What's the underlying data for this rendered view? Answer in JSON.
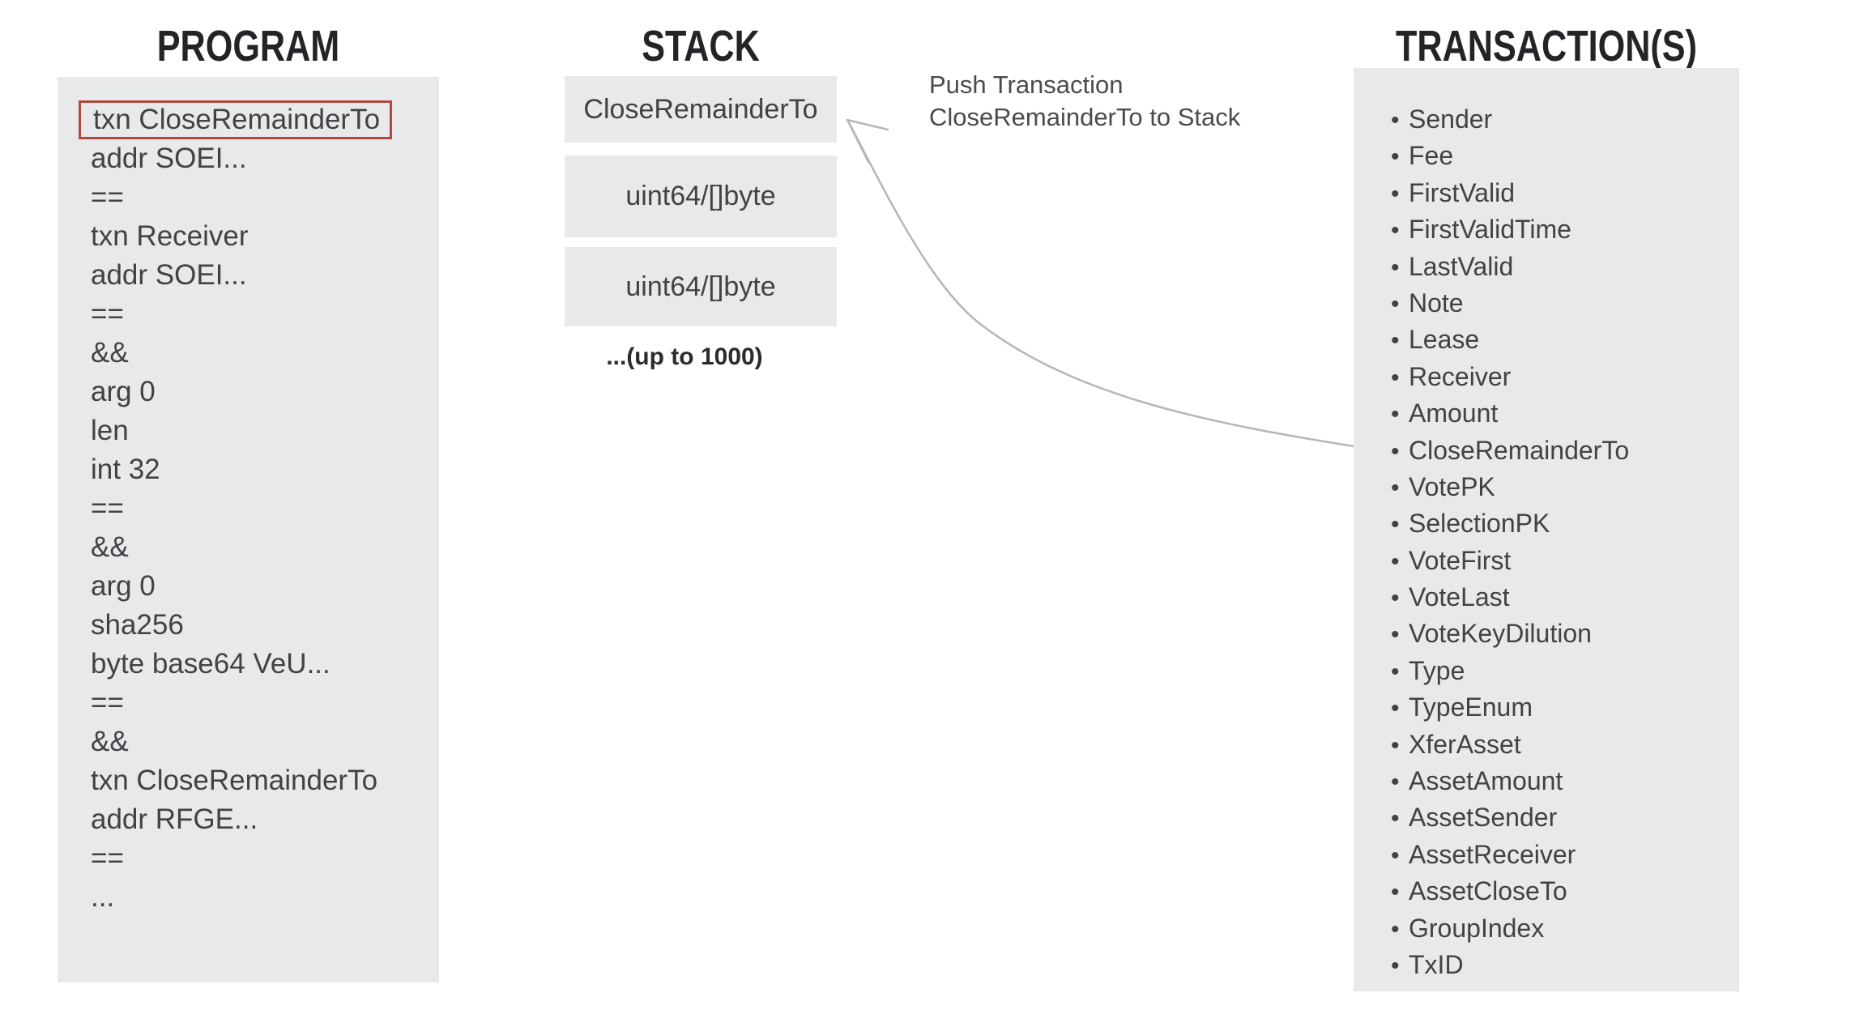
{
  "program": {
    "title": "PROGRAM",
    "highlight_index": 0,
    "lines": [
      "txn CloseRemainderTo",
      "addr SOEI...",
      "==",
      "txn Receiver",
      "addr SOEI...",
      "==",
      "&&",
      "arg 0",
      "len",
      "int 32",
      "==",
      "&&",
      "arg 0",
      "sha256",
      "byte base64 VeU...",
      "==",
      "&&",
      "txn CloseRemainderTo",
      "addr RFGE...",
      "==",
      "..."
    ]
  },
  "stack": {
    "title": "STACK",
    "boxes": [
      "CloseRemainderTo",
      "uint64/[]byte",
      "uint64/[]byte"
    ],
    "note": "...(up to 1000)"
  },
  "annotation": {
    "line1": "Push Transaction",
    "line2": "CloseRemainderTo to Stack"
  },
  "transactions": {
    "title": "TRANSACTION(S)",
    "bullet": "•",
    "fields": [
      "Sender",
      "Fee",
      "FirstValid",
      "FirstValidTime",
      "LastValid",
      "Note",
      "Lease",
      "Receiver",
      "Amount",
      "CloseRemainderTo",
      "VotePK",
      "SelectionPK",
      "VoteFirst",
      "VoteLast",
      "VoteKeyDilution",
      "Type",
      "TypeEnum",
      "XferAsset",
      "AssetAmount",
      "AssetSender",
      "AssetReceiver",
      "AssetCloseTo",
      "GroupIndex",
      "TxID"
    ]
  },
  "icons": {
    "arrow": "curved-arrow-left-up"
  },
  "colors": {
    "box_bg": "#e8e9eb",
    "text": "#414246",
    "title": "#242428",
    "accent_red": "#b1493f",
    "arrow": "#b5b6b8",
    "annotation_text": "#4b4b4e",
    "note_text": "#2c2c2f"
  }
}
